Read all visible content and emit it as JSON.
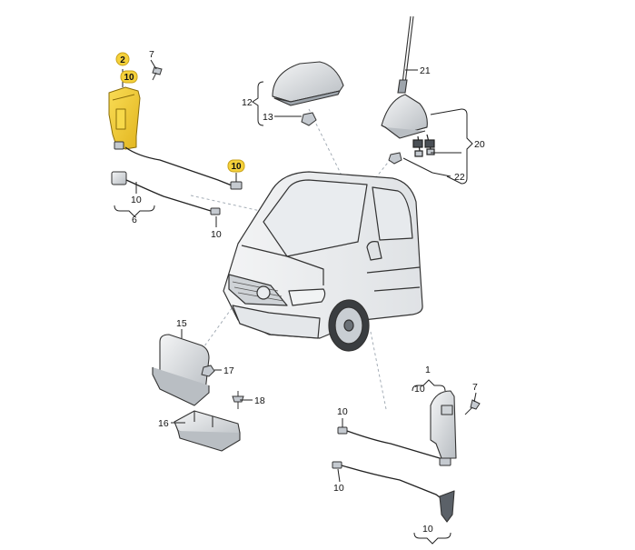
{
  "diagram": {
    "callouts": {
      "c2": "2",
      "c10_yellow_top": "10",
      "c7_top": "7",
      "c10_yellow_mid": "10",
      "c10_cable6": "10",
      "c6": "6",
      "c10_cable6_end": "10",
      "c12": "12",
      "c13": "13",
      "c21": "21",
      "c20": "20",
      "c22": "22",
      "c15": "15",
      "c17": "17",
      "c18": "18",
      "c16": "16",
      "c1": "1",
      "c10_bracket1": "10",
      "c7_right": "7",
      "c10_lower_a": "10",
      "c10_lower_b": "10",
      "c10_bottom": "10"
    },
    "colors": {
      "highlight": "#f5d13a",
      "highlight_stroke": "#c9a21a",
      "part_fill": "#e6e8ea",
      "part_shade": "#b9bec3",
      "line": "#333333",
      "leader_dash": "#9aa3ad"
    },
    "icons": [
      "car-body-icon",
      "roof-antenna-icon",
      "fin-antenna-icon",
      "antenna-rod-icon",
      "amplifier-box-icon",
      "bracket-icon",
      "screw-icon",
      "nut-icon",
      "cable-icon"
    ]
  }
}
